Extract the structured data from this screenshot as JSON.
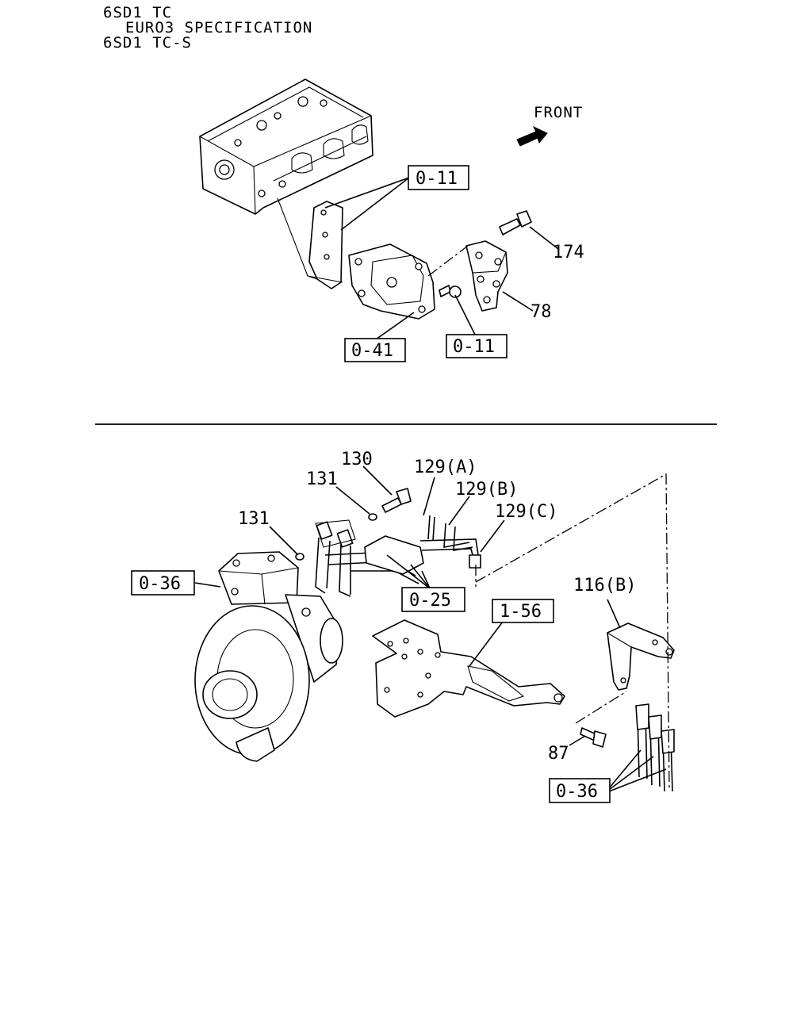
{
  "header": {
    "line1": "6SD1 TC",
    "line2": "EURO3 SPECIFICATION",
    "line3": "6SD1 TC-S"
  },
  "front_label": "FRONT",
  "upper_section": {
    "ref_cylinder_head": "0-11",
    "ref_bracket_bolt": "0-11",
    "ref_exhaust_manifold": "0-41",
    "part_bolt": "174",
    "part_bracket": "78"
  },
  "lower_section": {
    "ref_turbocharger": "0-36",
    "ref_oil_pipes": "0-25",
    "ref_bracket": "1-56",
    "ref_studs": "0-36",
    "part_bolt_130": "130",
    "part_washer_upper": "131",
    "part_washer_lower": "131",
    "part_pipe_a": "129(A)",
    "part_pipe_b": "129(B)",
    "part_pipe_c": "129(C)",
    "part_bracket_116b": "116(B)",
    "part_bolt_87": "87"
  }
}
